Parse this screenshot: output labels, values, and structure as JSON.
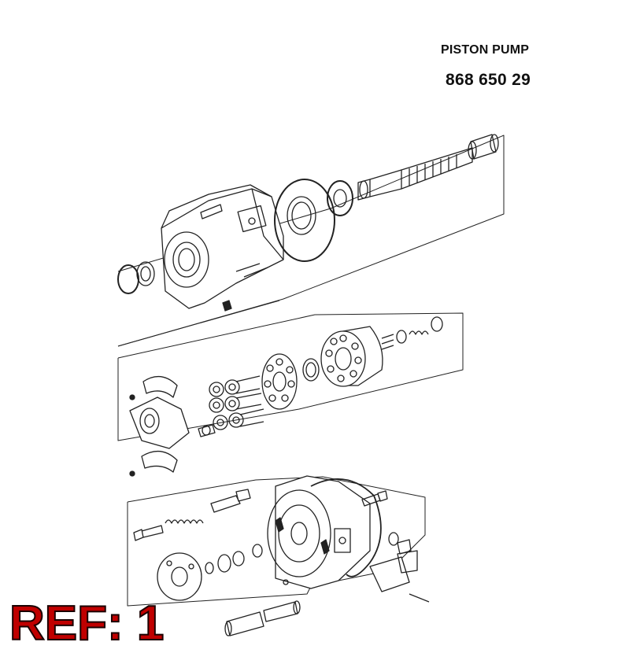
{
  "header": {
    "title": "PISTON PUMP",
    "part_number": "868 650 29"
  },
  "reference": {
    "label": "REF: 1",
    "color": "#c00000"
  },
  "colors": {
    "line": "#222222",
    "fill": "#ffffff",
    "shade": "#cfcfcf"
  }
}
